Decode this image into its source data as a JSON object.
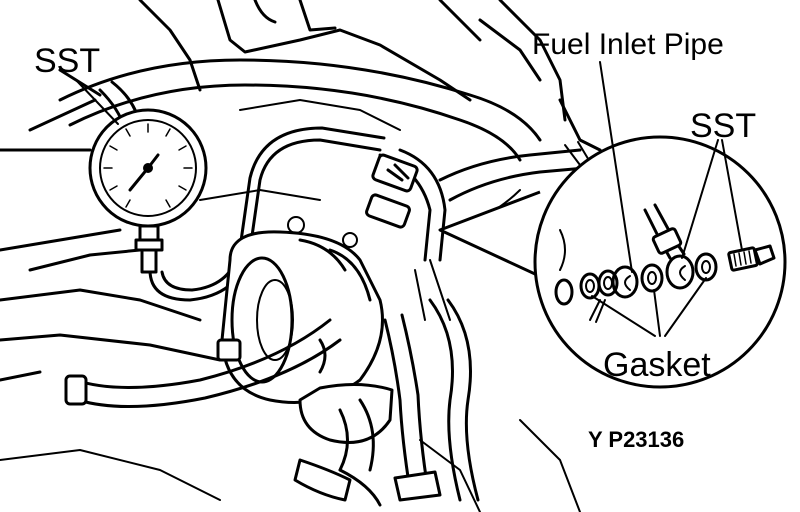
{
  "labels": {
    "sst_left": "SST",
    "fuel_inlet_pipe": "Fuel Inlet Pipe",
    "sst_right": "SST",
    "gasket": "Gasket",
    "figure_code": "Y P23136"
  }
}
